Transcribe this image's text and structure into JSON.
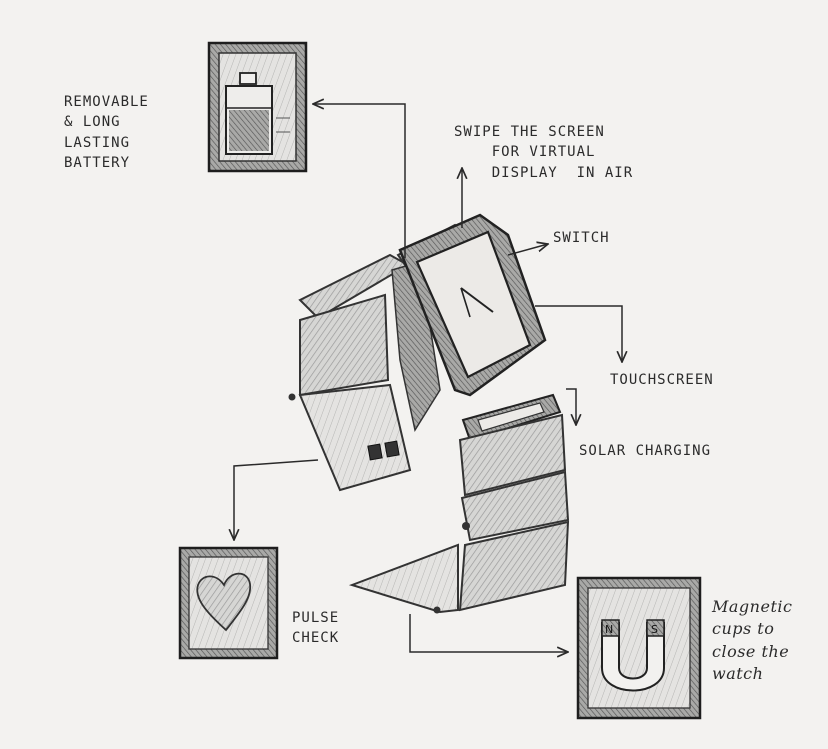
{
  "labels": {
    "battery": "Removable\n& long\nlasting\nbattery",
    "swipe": "Swipe the screen\n    for virtual\n    display  in air",
    "switch": "Switch",
    "touchscreen": "Touchscreen",
    "solar": "Solar charging",
    "pulse": "Pulse\ncheck",
    "magnetic": "Magnetic\ncups to\nclose the\nwatch"
  },
  "magnet_poles": {
    "north": "N",
    "south": "S"
  },
  "icons": [
    "battery-icon",
    "heart-icon",
    "magnet-icon",
    "smartwatch"
  ],
  "colors": {
    "paper": "#f3f2f0",
    "pencil": "#2a2a2a",
    "shade": "#8a8a8a"
  }
}
